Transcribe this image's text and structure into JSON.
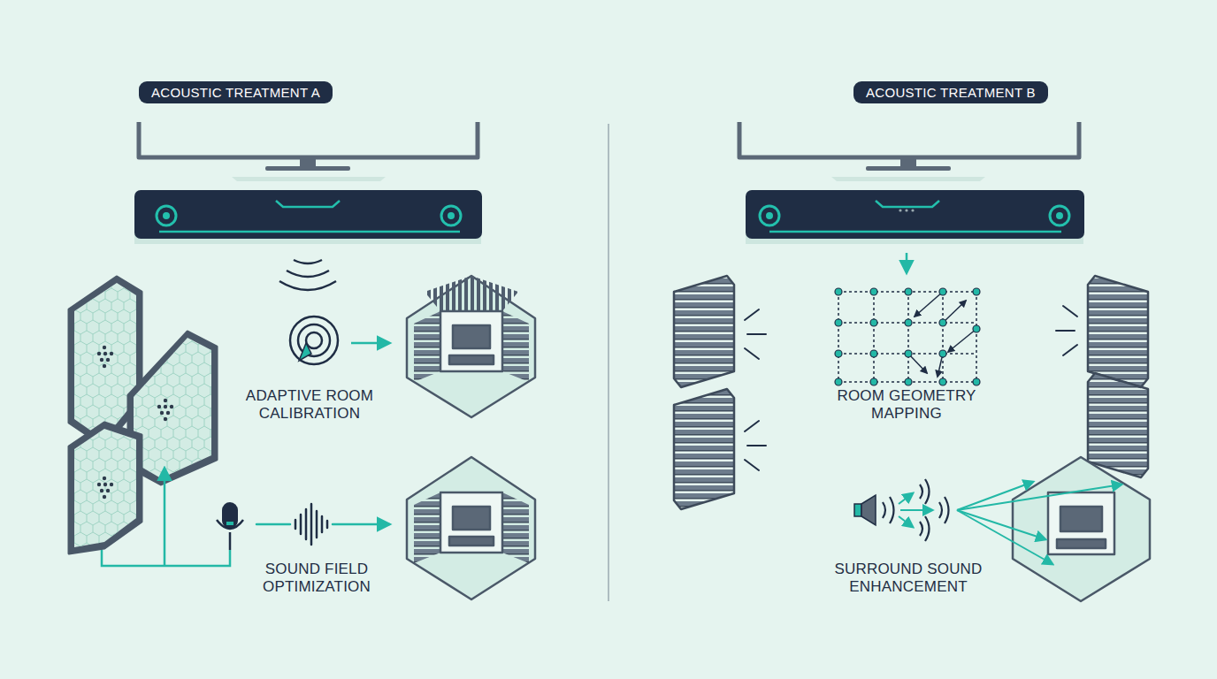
{
  "diagram": {
    "nodes": [
      {
        "text": [
          "ACOUSTIC TREATMENT A"
        ]
      },
      {
        "text": [
          "ACOUSTIC TREATMENT B"
        ]
      }
    ],
    "labels": [
      "ADAPTIVE ROOM CALIBRATION",
      "SOUND FIELD OPTIMIZATION",
      "ROOM GEOMETRY MAPPING",
      "SURROUND SOUND ENHANCEMENT"
    ]
  }
}
